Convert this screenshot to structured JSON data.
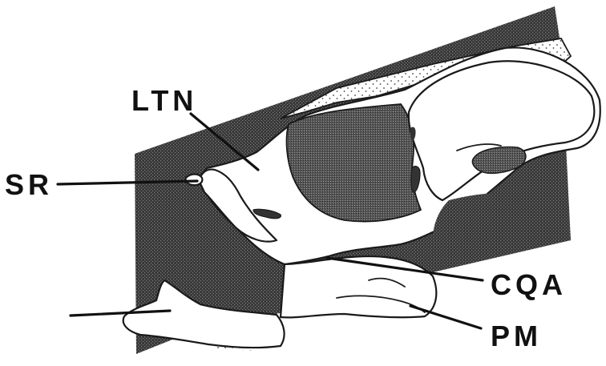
{
  "labels": {
    "ltn": "LTN",
    "sr": "SR",
    "cqa": "CQA",
    "pm": "PM"
  },
  "colors": {
    "background": "#ffffff",
    "ink": "#111111",
    "shading": "#4a4a4a"
  }
}
